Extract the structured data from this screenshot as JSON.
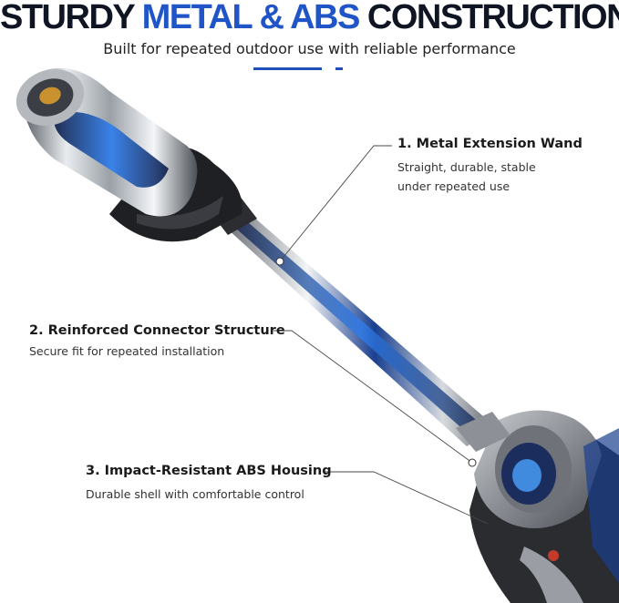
{
  "header": {
    "title_part1": "STURDY ",
    "title_part2": "METAL & ABS",
    "title_part3": " CONSTRUCTION",
    "subtitle": "Built for repeated outdoor use with reliable performance"
  },
  "callouts": [
    {
      "label": "1. Metal Extension Wand",
      "desc_line1": "Straight, durable, stable",
      "desc_line2": "under repeated use"
    },
    {
      "label": "2. Reinforced Connector Structure",
      "desc_line1": "Secure fit for repeated installation"
    },
    {
      "label": "3. Impact-Resistant ABS Housing",
      "desc_line1": "Durable shell with comfortable control"
    }
  ],
  "colors": {
    "accent": "#1f55c6",
    "dark": "#0f1523"
  }
}
